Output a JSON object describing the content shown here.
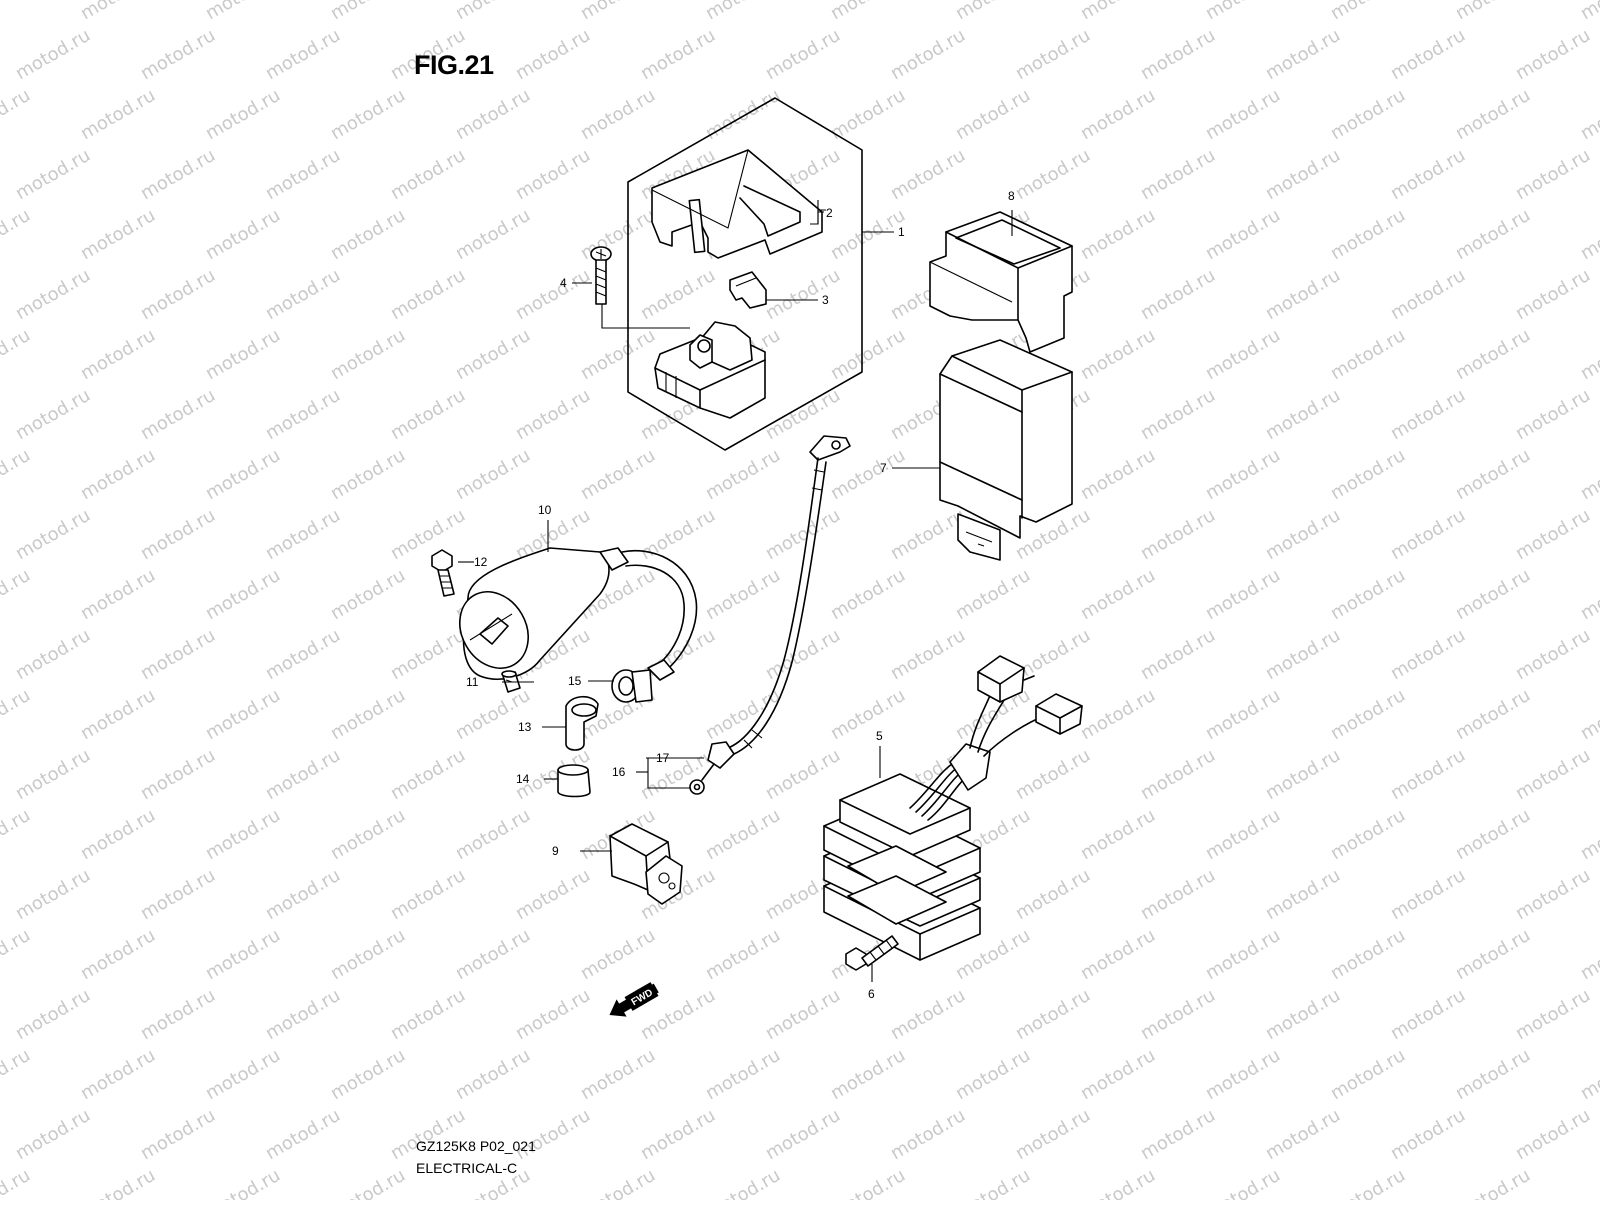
{
  "figure": {
    "title": "FIG.21",
    "model_code": "GZ125K8 P02_021",
    "category": "ELECTRICAL-C"
  },
  "watermark": {
    "text": "motod.ru",
    "color": "#c9c9c9"
  },
  "direction_marker": {
    "text": "FWD",
    "icon": "arrow-left-icon"
  },
  "callouts": [
    {
      "id": "1",
      "label": "1"
    },
    {
      "id": "2",
      "label": "2"
    },
    {
      "id": "3",
      "label": "3"
    },
    {
      "id": "4",
      "label": "4"
    },
    {
      "id": "5",
      "label": "5"
    },
    {
      "id": "6",
      "label": "6"
    },
    {
      "id": "7",
      "label": "7"
    },
    {
      "id": "8",
      "label": "8"
    },
    {
      "id": "9",
      "label": "9"
    },
    {
      "id": "10",
      "label": "10"
    },
    {
      "id": "11",
      "label": "11"
    },
    {
      "id": "12",
      "label": "12"
    },
    {
      "id": "13",
      "label": "13"
    },
    {
      "id": "14",
      "label": "14"
    },
    {
      "id": "15",
      "label": "15"
    },
    {
      "id": "16",
      "label": "16"
    },
    {
      "id": "17",
      "label": "17"
    }
  ]
}
